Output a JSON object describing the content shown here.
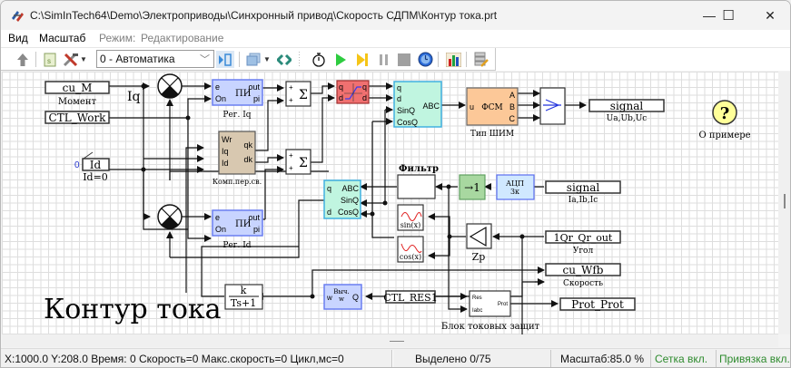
{
  "window": {
    "title": "C:\\SimInTech64\\Demo\\Электроприводы\\Синхронный привод\\Скорость СДПМ\\Контур тока.prt",
    "controls": {
      "minimize": "—",
      "maximize": "☐",
      "close": "✕"
    }
  },
  "menu": {
    "items": [
      "Вид",
      "Масштаб"
    ],
    "mode_label": "Режим:",
    "mode_value": "Редактирование"
  },
  "toolbar": {
    "up_icon": "up-arrow-icon",
    "script_icon": "script-icon",
    "tools_icon": "tools-icon",
    "combo_value": "0 - Автоматика",
    "icons": [
      "layers-icon",
      "link-icon",
      "stopwatch-icon",
      "play-icon",
      "step-icon",
      "pause-icon",
      "stop-icon",
      "clock-icon",
      "chart-icon",
      "edit-db-icon"
    ]
  },
  "diagram": {
    "title": "Контур тока",
    "blocks": {
      "cu_M": {
        "text": "cu_M",
        "caption": "Момент"
      },
      "iq_label": "Iq",
      "ctl_work": {
        "text": "CTL_Work"
      },
      "id_input": {
        "text": "Id",
        "value": "0",
        "caption": "Id=0"
      },
      "pi_iq": {
        "title": "ПИ",
        "in1": "e",
        "in2": "On",
        "out1": "out",
        "out2": "pi",
        "caption": "Рег. Iq"
      },
      "pi_id": {
        "title": "ПИ",
        "in1": "e",
        "in2": "On",
        "out1": "out",
        "out2": "pi",
        "caption": "Рег. Id"
      },
      "comp": {
        "in1": "Wr",
        "in2": "Iq",
        "in3": "Id",
        "out1": "qk",
        "out2": "dk",
        "caption": "Комп.пер.св."
      },
      "sum1": {
        "plus1": "+",
        "plus2": "+",
        "symbol": "Σ"
      },
      "sum2": {
        "plus1": "+",
        "plus2": "+",
        "symbol": "Σ"
      },
      "limiter": {
        "in1": "q",
        "in2": "d",
        "out1": "q",
        "out2": "d"
      },
      "dq_abc": {
        "in1": "q",
        "in2": "d",
        "in3": "SinQ",
        "in4": "CosQ",
        "out": "ABC"
      },
      "abc_dq": {
        "in1": "ABC",
        "in2": "SinQ",
        "in3": "CosQ",
        "out1": "q",
        "out2": "d"
      },
      "fsm": {
        "in": "u",
        "title": "ФСМ",
        "out1": "A",
        "out2": "B",
        "out3": "C",
        "caption": "Тип ШИМ"
      },
      "signal_out": {
        "text": "signal",
        "caption": "Ua,Ub,Uc"
      },
      "about": {
        "symbol": "?",
        "caption": "О примере"
      },
      "filter": {
        "caption": "Фильтр"
      },
      "to1": {
        "text": "→1"
      },
      "adc": {
        "line1": "АЦП",
        "line2": "3к"
      },
      "signal_in": {
        "text": "signal",
        "caption": "Ia,Ib,Ic"
      },
      "sin": {
        "text": "sin(x)"
      },
      "cos": {
        "text": "cos(x)"
      },
      "gain": {
        "caption": "Zp"
      },
      "angle": {
        "text": "1Qr_Qr_out",
        "caption": "Угол"
      },
      "speed": {
        "text": "cu_Wfb",
        "caption": "Скорость"
      },
      "tf": {
        "num": "k",
        "den": "Ts+1"
      },
      "calc_w": {
        "in": "w",
        "title1": "Выч.",
        "title2": "w",
        "out": "Q"
      },
      "ctl_res": {
        "text": "CTL_RES1"
      },
      "prot": {
        "in1": "Res",
        "in2": "Iabc",
        "out": "Prot",
        "caption": "Блок токовых защит"
      },
      "prot_out": {
        "text": "Prot_Prot"
      }
    }
  },
  "status": {
    "coords": "X:1000.0  Y:208.0 Время: 0 Скорость=0 Макс.скорость=0 Цикл,мс=0",
    "selected": "Выделено 0/75",
    "zoom": "Масштаб:85.0 %",
    "grid": "Сетка вкл.",
    "snap": "Привязка вкл.",
    "accent_green": "#2e8b2e"
  }
}
